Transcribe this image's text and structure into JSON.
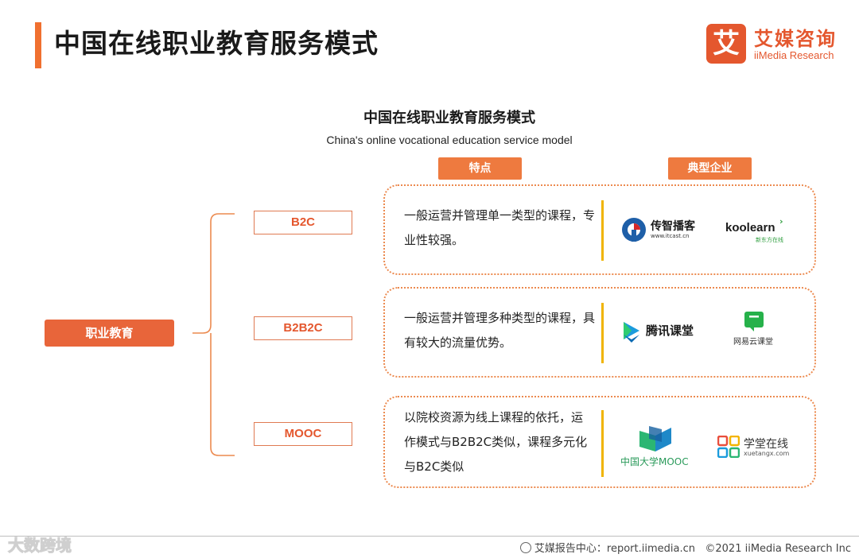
{
  "header": {
    "title": "中国在线职业教育服务模式"
  },
  "brand": {
    "mark": "艾",
    "name_cn": "艾媒咨询",
    "name_en": "iiMedia Research",
    "color": "#e4572e"
  },
  "diagram": {
    "title": "中国在线职业教育服务模式",
    "subtitle": "China's online vocational education service model",
    "column_headers": {
      "features": "特点",
      "enterprises": "典型企业"
    },
    "root": "职业教育",
    "models": [
      {
        "name": "B2C",
        "feature": "一般运营并管理单一类型的课程，专业性较强。",
        "enterprises": [
          {
            "name": "传智播客",
            "sub": "www.itcast.cn",
            "icon": "itcast-logo"
          },
          {
            "name": "koolearn",
            "sub": "新东方在线",
            "icon": "koolearn-logo"
          }
        ]
      },
      {
        "name": "B2B2C",
        "feature": "一般运营并管理多种类型的课程，具有较大的流量优势。",
        "enterprises": [
          {
            "name": "腾讯课堂",
            "sub": "",
            "icon": "tencent-classroom-logo"
          },
          {
            "name": "网易云课堂",
            "sub": "",
            "icon": "netease-cloud-classroom-logo"
          }
        ]
      },
      {
        "name": "MOOC",
        "feature": "以院校资源为线上课程的依托，运作模式与B2B2C类似，课程多元化与B2C类似",
        "enterprises": [
          {
            "name": "中国大学MOOC",
            "sub": "",
            "icon": "icourse-mooc-logo"
          },
          {
            "name": "学堂在线",
            "sub": "xuetangx.com",
            "icon": "xuetangx-logo"
          }
        ]
      }
    ],
    "accent_color": "#ee7a3f",
    "divider_color": "#f0b400"
  },
  "footer": {
    "source": "艾媒报告中心：report.iimedia.cn",
    "copyright": "©2021  iiMedia Research  Inc",
    "watermark": "大数跨境"
  }
}
